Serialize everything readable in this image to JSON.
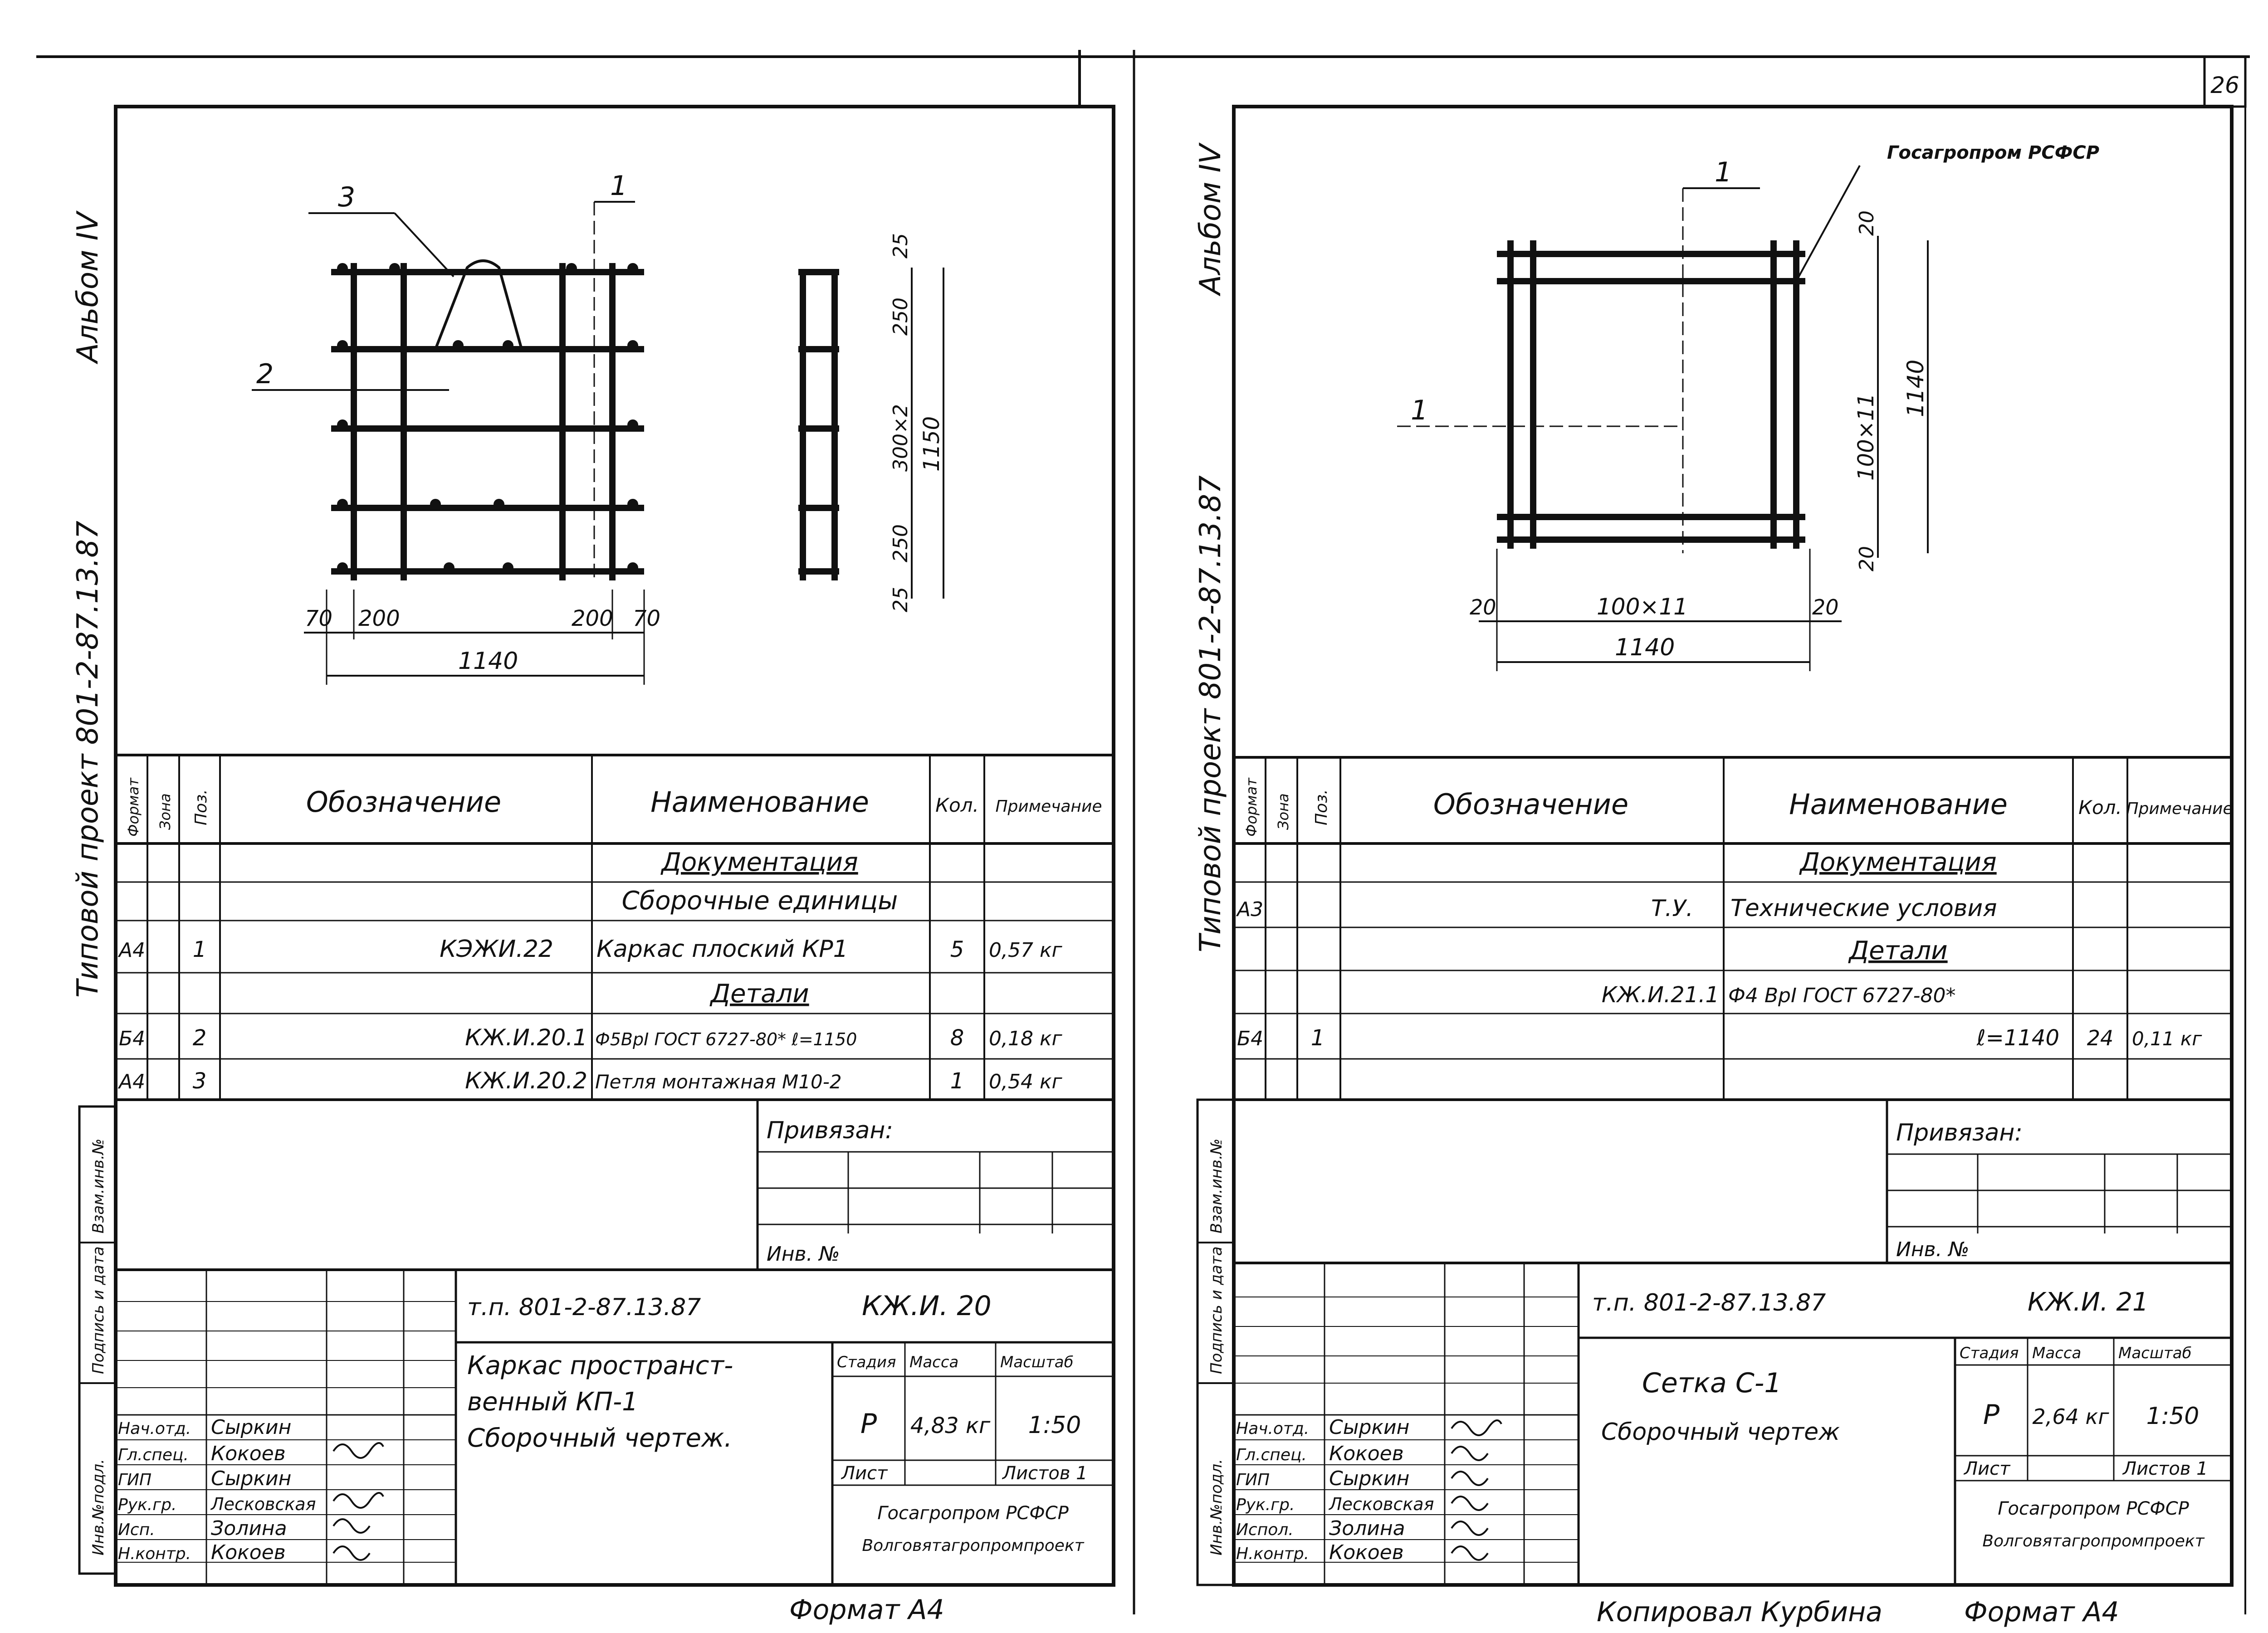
{
  "page_number": "26",
  "left_sheet": {
    "side_album": "Альбом IV",
    "side_project": "Типовой проект 801-2-87.13.87",
    "drawing": {
      "callouts": [
        "1",
        "2",
        "3"
      ],
      "dims_bottom": [
        "70",
        "200",
        "200",
        "70",
        "1140"
      ],
      "dims_side": [
        "25",
        "250",
        "300×2",
        "250",
        "25",
        "1150"
      ]
    },
    "spec": {
      "headers": [
        "Формат",
        "Зона",
        "Поз.",
        "Обозначение",
        "Наименование",
        "Кол.",
        "Примечание"
      ],
      "rows": [
        {
          "fmt": "",
          "zone": "",
          "pos": "",
          "code": "",
          "name": "Документация",
          "qty": "",
          "note": ""
        },
        {
          "fmt": "",
          "zone": "",
          "pos": "",
          "code": "",
          "name": "Сборочные единицы",
          "qty": "",
          "note": ""
        },
        {
          "fmt": "А4",
          "zone": "",
          "pos": "1",
          "code": "КЭЖИ.22",
          "name": "Каркас плоский КР1",
          "qty": "5",
          "note": "0,57 кг"
        },
        {
          "fmt": "",
          "zone": "",
          "pos": "",
          "code": "",
          "name": "Детали",
          "qty": "",
          "note": ""
        },
        {
          "fmt": "Б4",
          "zone": "",
          "pos": "2",
          "code": "КЖ.И.20.1",
          "name": "Ф5ВрI ГОСТ 6727-80* ℓ=1150",
          "qty": "8",
          "note": "0,18 кг"
        },
        {
          "fmt": "А4",
          "zone": "",
          "pos": "3",
          "code": "КЖ.И.20.2",
          "name": "Петля монтажная М10-2",
          "qty": "1",
          "note": "0,54 кг"
        }
      ]
    },
    "privyazan": "Привязан:",
    "inv": "Инв. №",
    "side_stamps": [
      "Инв.№подл.",
      "Подпись и дата",
      "Взам.инв.№"
    ],
    "title": {
      "project_code": "т.п. 801-2-87.13.87",
      "doc_code": "КЖ.И. 20",
      "name_lines": [
        "Каркас пространст-",
        "венный КП-1",
        "Сборочный чертеж."
      ],
      "stage_label": "Стадия",
      "mass_label": "Масса",
      "scale_label": "Масштаб",
      "stage": "Р",
      "mass": "4,83 кг",
      "scale": "1:50",
      "sheet_label": "Лист",
      "sheets_label": "Листов 1",
      "org1": "Госагропром РСФСР",
      "org2": "Волговятагропромпроект",
      "people": [
        {
          "role": "Нач.отд.",
          "name": "Сыркин"
        },
        {
          "role": "Гл.спец.",
          "name": "Кокоев"
        },
        {
          "role": "ГИП",
          "name": "Сыркин"
        },
        {
          "role": "Рук.гр.",
          "name": "Лесковская"
        },
        {
          "role": "Исп.",
          "name": "Золина"
        },
        {
          "role": "Н.контр.",
          "name": "Кокоев"
        }
      ]
    },
    "format": "Формат А4"
  },
  "right_sheet": {
    "side_album": "Альбом IV",
    "side_project": "Типовой проект 801-2-87.13.87",
    "stamp_text": "Госагропром РСФСР",
    "drawing": {
      "callouts": [
        "1",
        "1"
      ],
      "dims_bottom": [
        "20",
        "100×11",
        "20",
        "1140"
      ],
      "dims_side": [
        "20",
        "100×11",
        "20",
        "1140"
      ]
    },
    "spec": {
      "headers": [
        "Формат",
        "Зона",
        "Поз.",
        "Обозначение",
        "Наименование",
        "Кол.",
        "Примечание"
      ],
      "rows": [
        {
          "fmt": "",
          "zone": "",
          "pos": "",
          "code": "",
          "name": "Документация",
          "qty": "",
          "note": ""
        },
        {
          "fmt": "А3",
          "zone": "",
          "pos": "",
          "code": "Т.У.",
          "name": "Технические условия",
          "qty": "",
          "note": ""
        },
        {
          "fmt": "",
          "zone": "",
          "pos": "",
          "code": "",
          "name": "Детали",
          "qty": "",
          "note": ""
        },
        {
          "fmt": "",
          "zone": "",
          "pos": "",
          "code": "КЖ.И.21.1",
          "name": "Ф4 ВрI ГОСТ 6727-80*",
          "qty": "",
          "note": ""
        },
        {
          "fmt": "Б4",
          "zone": "",
          "pos": "1",
          "code": "",
          "name": "ℓ=1140",
          "qty": "24",
          "note": "0,11 кг"
        }
      ]
    },
    "privyazan": "Привязан:",
    "inv": "Инв. №",
    "side_stamps": [
      "Инв.№подл.",
      "Подпись и дата",
      "Взам.инв.№"
    ],
    "title": {
      "project_code": "т.п. 801-2-87.13.87",
      "doc_code": "КЖ.И. 21",
      "name_lines": [
        "Сетка С-1",
        "Сборочный чертеж"
      ],
      "stage_label": "Стадия",
      "mass_label": "Масса",
      "scale_label": "Масштаб",
      "stage": "Р",
      "mass": "2,64 кг",
      "scale": "1:50",
      "sheet_label": "Лист",
      "sheets_label": "Листов 1",
      "org1": "Госагропром РСФСР",
      "org2": "Волговятагропромпроект",
      "people": [
        {
          "role": "Нач.отд.",
          "name": "Сыркин"
        },
        {
          "role": "Гл.спец.",
          "name": "Кокоев"
        },
        {
          "role": "ГИП",
          "name": "Сыркин"
        },
        {
          "role": "Рук.гр.",
          "name": "Лесковская"
        },
        {
          "role": "Испол.",
          "name": "Золина"
        },
        {
          "role": "Н.контр.",
          "name": "Кокоев"
        }
      ]
    },
    "copied_by": "Копировал Курбина",
    "format": "Формат А4"
  }
}
